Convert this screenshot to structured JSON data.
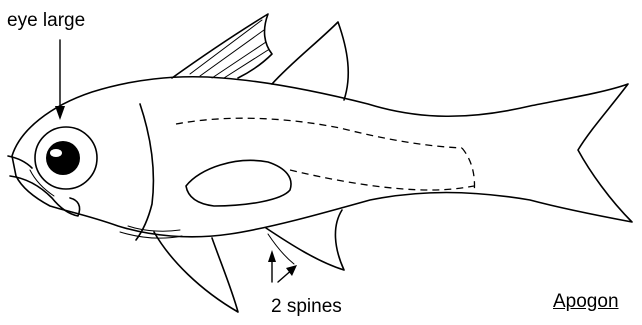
{
  "labels": {
    "eye": "eye large",
    "spines": "2 spines",
    "genus": "Apogon"
  }
}
